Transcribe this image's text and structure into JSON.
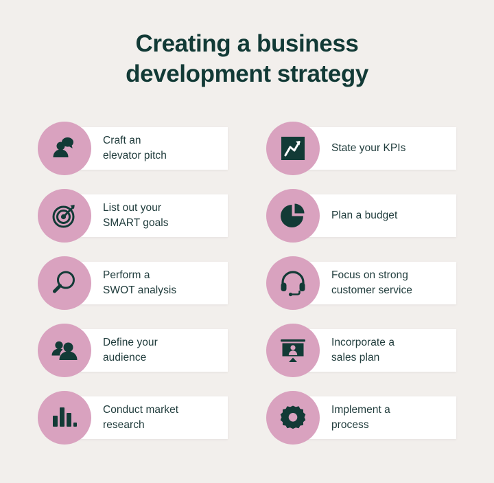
{
  "theme": {
    "background": "#f2efec",
    "card_background": "#ffffff",
    "icon_circle": "#d9a2bf",
    "icon_color": "#123a36",
    "title_color": "#123a36",
    "label_color": "#203c3c"
  },
  "title": {
    "line1": "Creating a business",
    "line2": "development strategy"
  },
  "columns": [
    {
      "items": [
        {
          "icon": "person-speech-bubble-icon",
          "line1": "Craft an",
          "line2": "elevator pitch"
        },
        {
          "icon": "target-arrow-icon",
          "line1": "List out your",
          "line2": "SMART goals"
        },
        {
          "icon": "magnifying-glass-icon",
          "line1": "Perform a",
          "line2": "SWOT analysis"
        },
        {
          "icon": "two-people-icon",
          "line1": "Define your",
          "line2": "audience"
        },
        {
          "icon": "bar-chart-icon",
          "line1": "Conduct market",
          "line2": "research"
        }
      ]
    },
    {
      "items": [
        {
          "icon": "trend-line-chart-icon",
          "line1": "State your KPIs",
          "line2": ""
        },
        {
          "icon": "pie-chart-icon",
          "line1": "Plan a budget",
          "line2": ""
        },
        {
          "icon": "headset-icon",
          "line1": "Focus on strong",
          "line2": "customer service"
        },
        {
          "icon": "presentation-board-icon",
          "line1": "Incorporate a",
          "line2": "sales plan"
        },
        {
          "icon": "gear-icon",
          "line1": "Implement a",
          "line2": "process"
        }
      ]
    }
  ]
}
